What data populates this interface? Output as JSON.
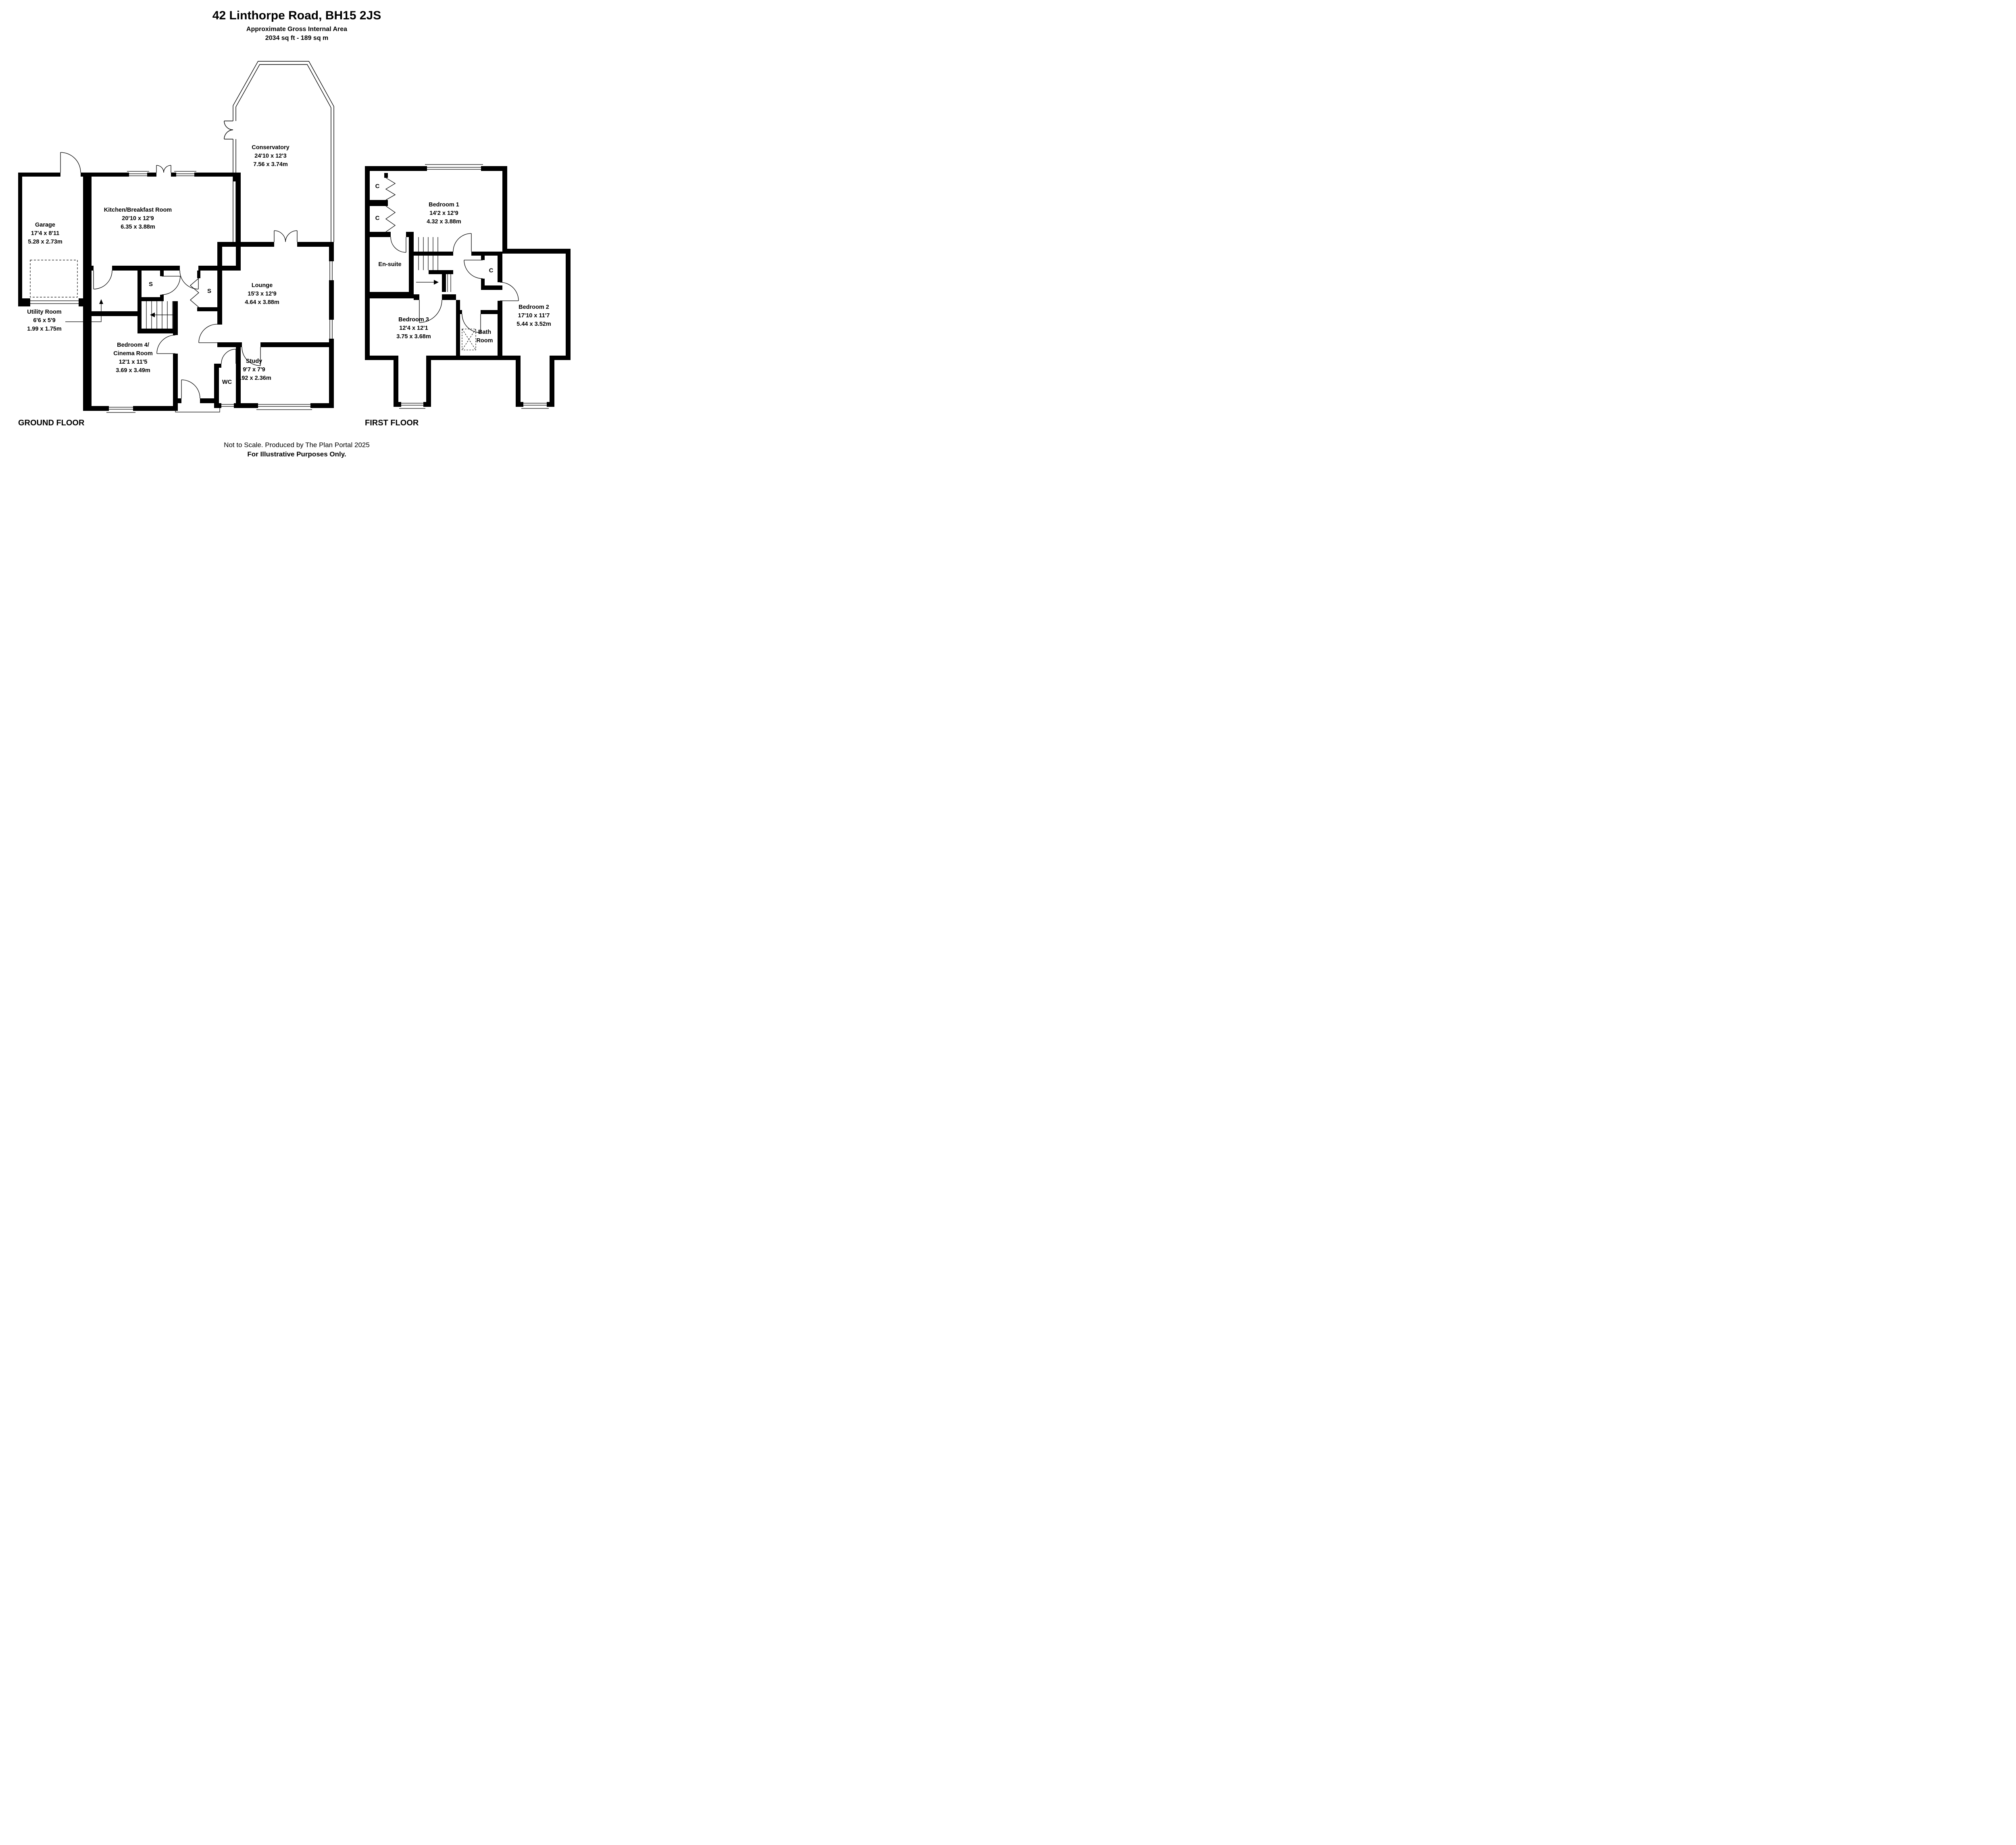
{
  "title": "42 Linthorpe Road, BH15 2JS",
  "subtitle1": "Approximate Gross Internal Area",
  "subtitle2": "2034 sq ft - 189 sq m",
  "floors": {
    "ground": {
      "label": "GROUND FLOOR"
    },
    "first": {
      "label": "FIRST FLOOR"
    }
  },
  "rooms": {
    "garage": {
      "name": "Garage",
      "imperial": "17'4 x 8'11",
      "metric": "5.28 x 2.73m"
    },
    "kitchen": {
      "name": "Kitchen/Breakfast Room",
      "imperial": "20'10 x 12'9",
      "metric": "6.35 x 3.88m"
    },
    "conservatory": {
      "name": "Conservatory",
      "imperial": "24'10 x 12'3",
      "metric": "7.56 x 3.74m"
    },
    "lounge": {
      "name": "Lounge",
      "imperial": "15'3 x 12'9",
      "metric": "4.64 x 3.88m"
    },
    "utility": {
      "name": "Utility Room",
      "imperial": "6'6 x 5'9",
      "metric": "1.99 x 1.75m"
    },
    "bedroom4": {
      "name1": "Bedroom 4/",
      "name2": "Cinema Room",
      "imperial": "12'1 x 11'5",
      "metric": "3.69 x 3.49m"
    },
    "wc": {
      "name": "WC"
    },
    "study": {
      "name": "Study",
      "imperial": "9'7 x 7'9",
      "metric": "2.92 x 2.36m"
    },
    "bedroom1": {
      "name": "Bedroom 1",
      "imperial": "14'2 x 12'9",
      "metric": "4.32 x 3.88m"
    },
    "ensuite": {
      "name": "En-suite"
    },
    "bedroom3": {
      "name": "Bedroom 3",
      "imperial": "12'4 x 12'1",
      "metric": "3.75 x 3.68m"
    },
    "bathroom": {
      "name1": "Bath",
      "name2": "Room"
    },
    "bedroom2": {
      "name": "Bedroom 2",
      "imperial": "17'10 x 11'7",
      "metric": "5.44 x 3.52m"
    }
  },
  "cupboards": {
    "s": "S",
    "c": "C"
  },
  "footer1": "Not to Scale. Produced by The Plan Portal 2025",
  "footer2": "For Illustrative Purposes Only.",
  "colors": {
    "wall": "#000000",
    "background": "#ffffff"
  }
}
